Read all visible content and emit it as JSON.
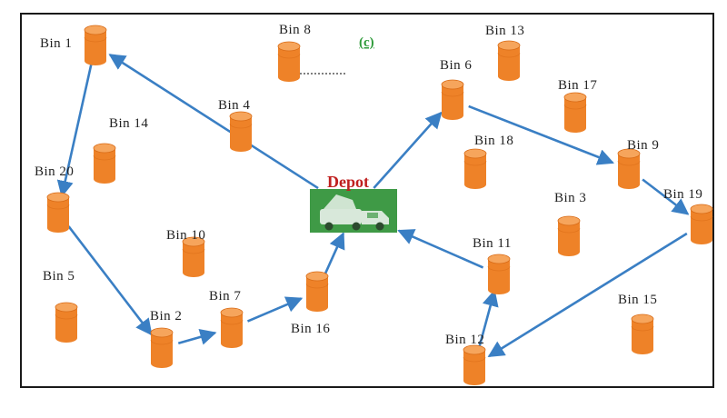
{
  "panel_label": "(c)",
  "depot_label": "Depot",
  "colors": {
    "bin": "#ee8228",
    "bin_top": "#f6a55c",
    "arrow": "#3a7fc4",
    "depot_bg": "#3f9a46",
    "depot_label": "#c0201f",
    "panel_label": "#2e9b3a"
  },
  "bins": [
    {
      "id": "bin1",
      "label": "Bin 1"
    },
    {
      "id": "bin2",
      "label": "Bin 2"
    },
    {
      "id": "bin3",
      "label": "Bin 3"
    },
    {
      "id": "bin4",
      "label": "Bin 4"
    },
    {
      "id": "bin5",
      "label": "Bin 5"
    },
    {
      "id": "bin6",
      "label": "Bin 6"
    },
    {
      "id": "bin7",
      "label": "Bin 7"
    },
    {
      "id": "bin8",
      "label": "Bin 8"
    },
    {
      "id": "bin9",
      "label": "Bin 9"
    },
    {
      "id": "bin10",
      "label": "Bin 10"
    },
    {
      "id": "bin11",
      "label": "Bin 11"
    },
    {
      "id": "bin12",
      "label": "Bin 12"
    },
    {
      "id": "bin13",
      "label": "Bin 13"
    },
    {
      "id": "bin14",
      "label": "Bin 14"
    },
    {
      "id": "bin15",
      "label": "Bin 15"
    },
    {
      "id": "bin16",
      "label": "Bin 16"
    },
    {
      "id": "bin17",
      "label": "Bin 17"
    },
    {
      "id": "bin18",
      "label": "Bin 18"
    },
    {
      "id": "bin19",
      "label": "Bin 19"
    },
    {
      "id": "bin20",
      "label": "Bin 20"
    }
  ],
  "routes": [
    [
      "depot",
      "bin1",
      "bin20",
      "bin2",
      "bin7",
      "bin16",
      "depot"
    ],
    [
      "depot",
      "bin6",
      "bin19",
      "bin12",
      "bin11",
      "depot"
    ]
  ],
  "route_extra": [
    [
      "bin6",
      "bin9",
      "bin19"
    ]
  ]
}
